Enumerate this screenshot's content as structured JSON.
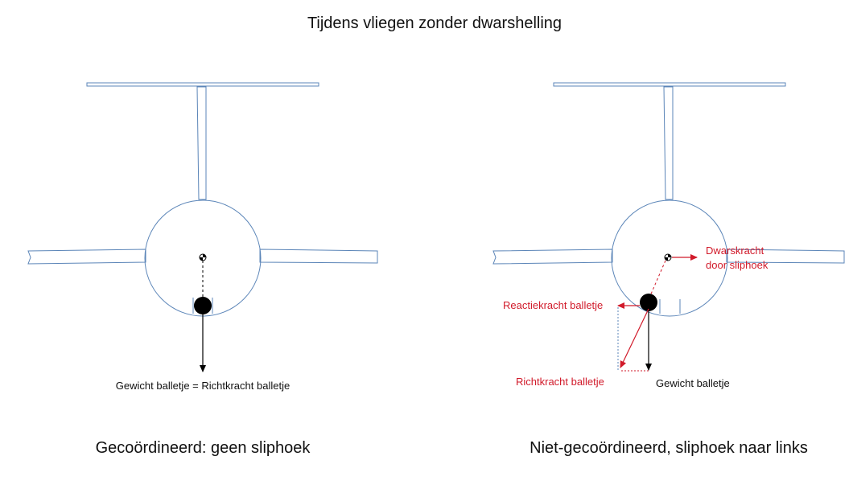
{
  "title": "Tijdens vliegen zonder dwarshelling",
  "colors": {
    "outline": "#5b85b8",
    "force_red": "#d11a2a",
    "black": "#000000",
    "text": "#111111"
  },
  "left_panel": {
    "force_label": "Gewicht balletje = Richtkracht balletje",
    "caption": "Gecoördineerd: geen sliphoek"
  },
  "right_panel": {
    "sideforce_label_line1": "Dwarskracht",
    "sideforce_label_line2": "door sliphoek",
    "reaction_label": "Reactiekracht balletje",
    "centripetal_label": "Richtkracht balletje",
    "weight_label": "Gewicht balletje",
    "caption": "Niet-gecoördineerd, sliphoek naar links"
  }
}
